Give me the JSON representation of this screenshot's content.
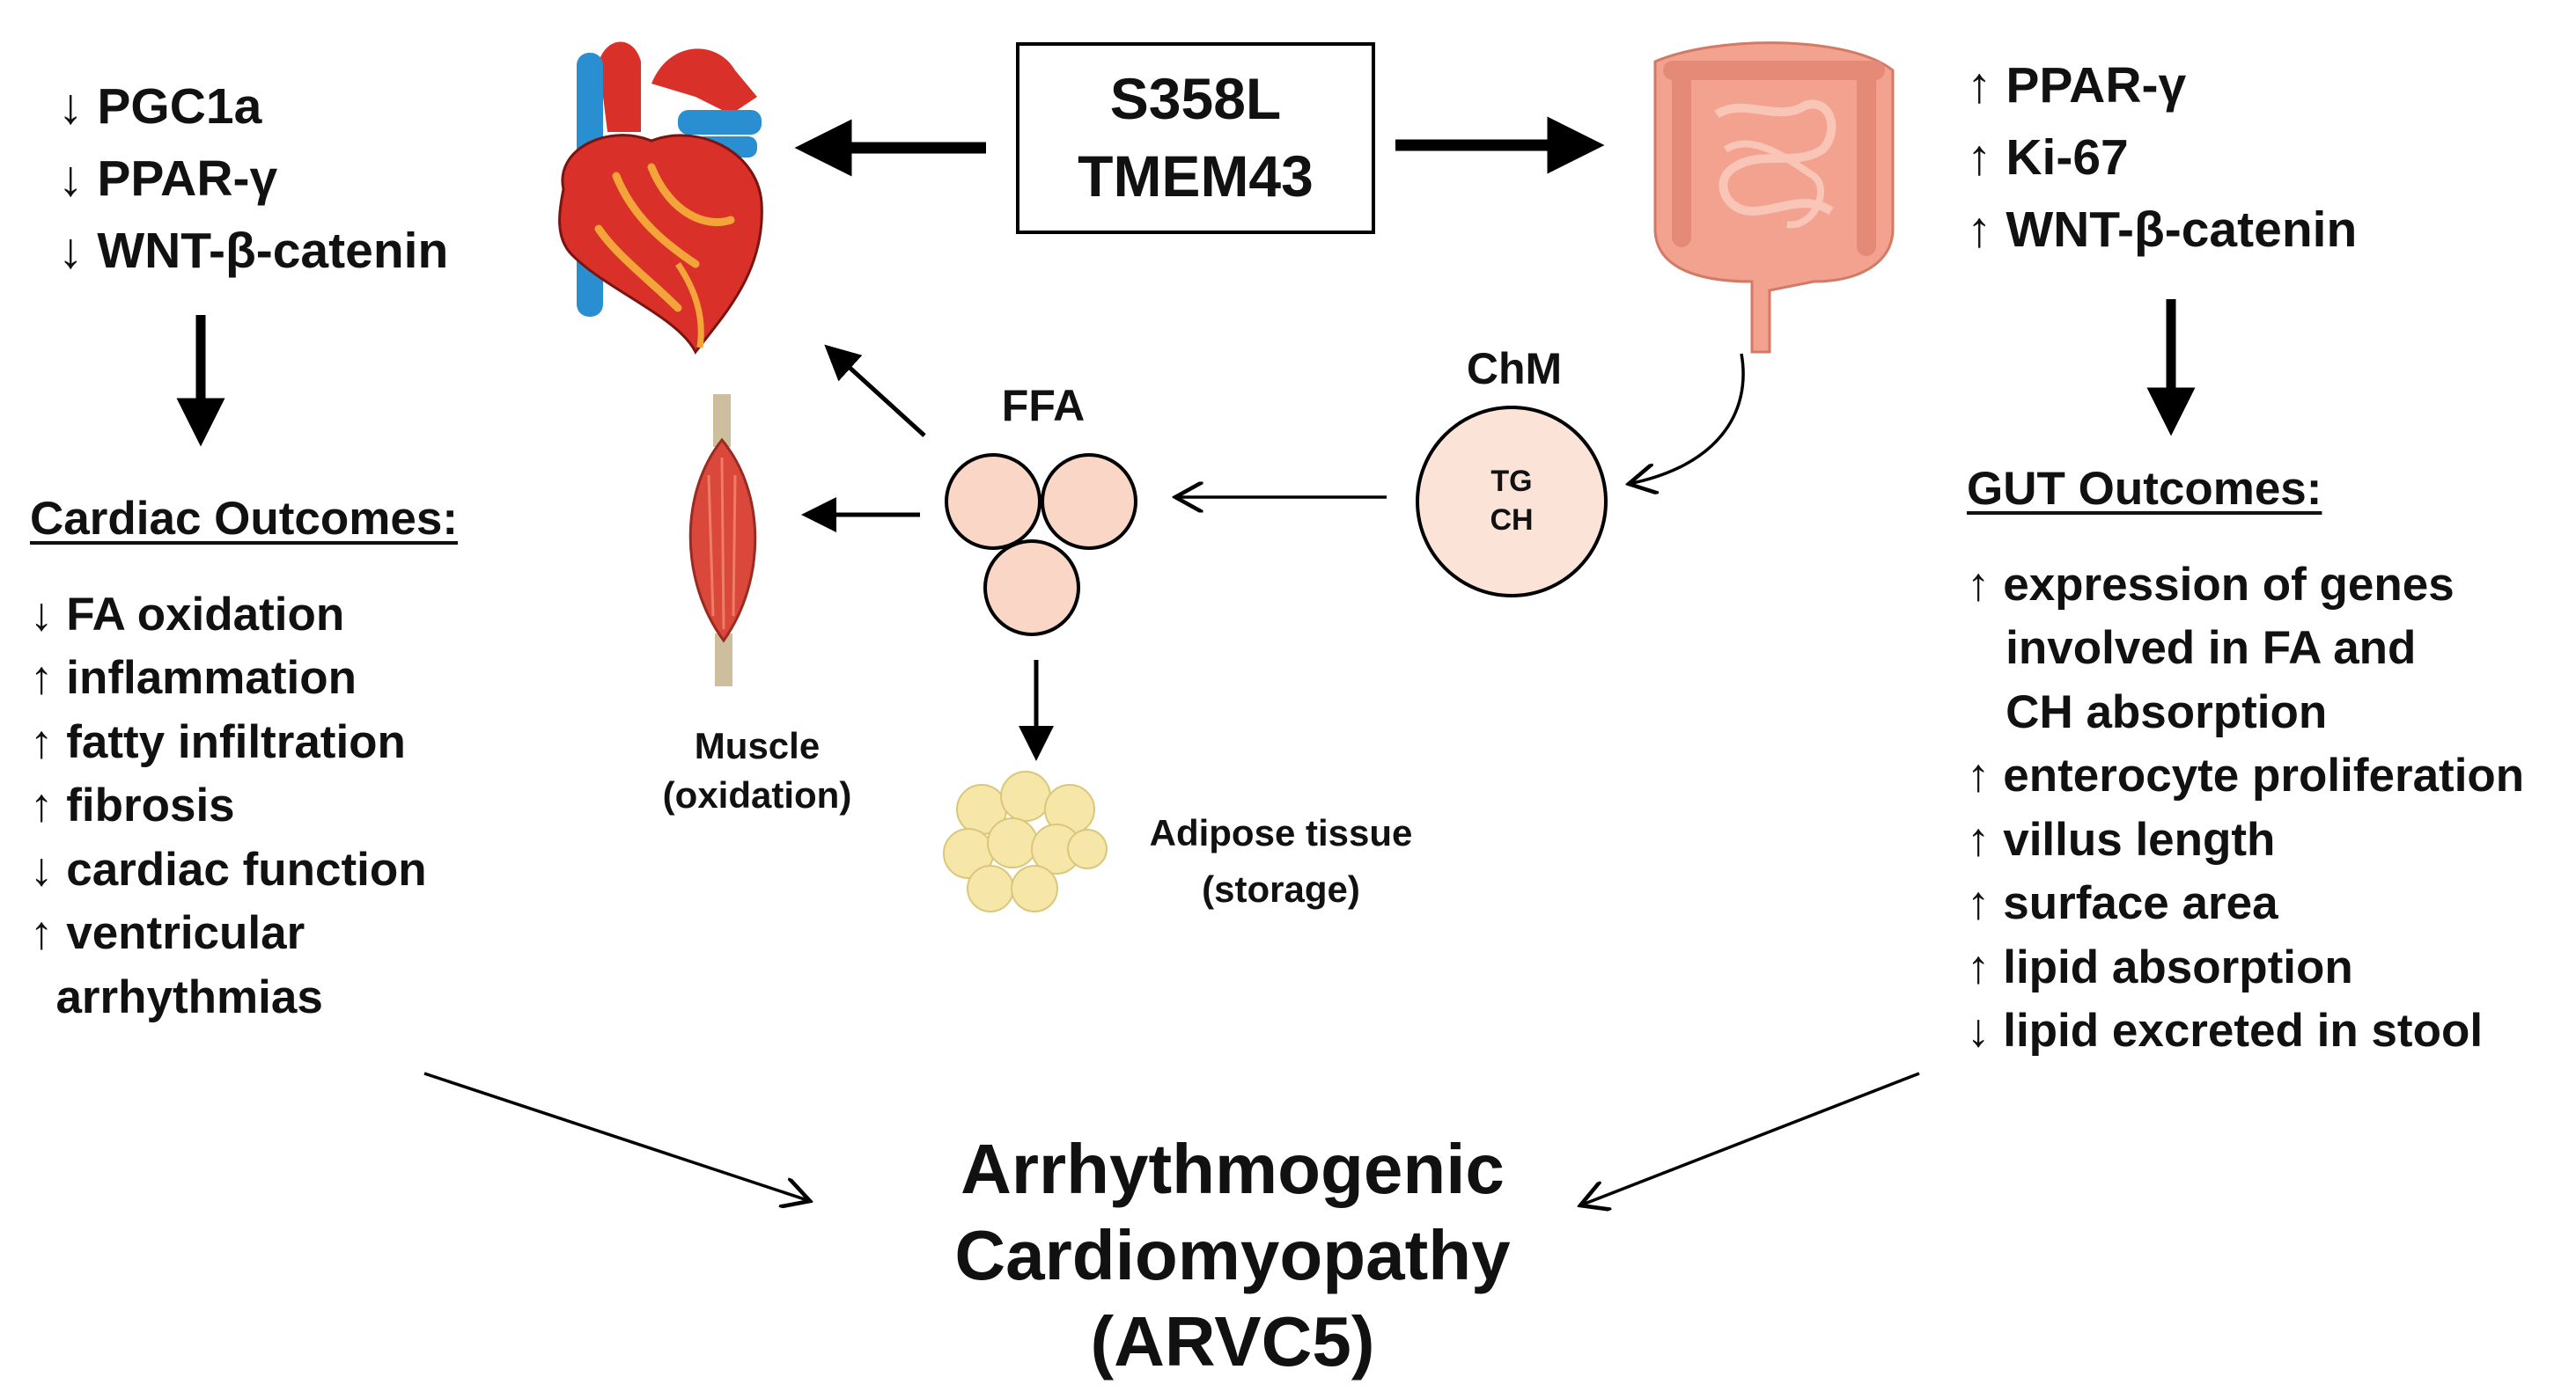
{
  "colors": {
    "heart_red": "#d9302a",
    "heart_orange": "#f3a53a",
    "vessel_blue": "#2a8fd1",
    "intestine_pink": "#f2a28e",
    "ffa_fill": "#f9d6c6",
    "chm_fill": "#fbe3d8",
    "adipose_fill": "#f6e6a8",
    "muscle_red": "#d9483a",
    "tendon": "#cdbf9e"
  },
  "mutation": {
    "line1": "S358L",
    "line2": "TMEM43"
  },
  "heart_markers": [
    {
      "arrow": "↓",
      "label": "PGC1a"
    },
    {
      "arrow": "↓",
      "label": "PPAR-γ"
    },
    {
      "arrow": "↓",
      "label": "WNT-β-catenin"
    }
  ],
  "gut_markers": [
    {
      "arrow": "↑",
      "label": "PPAR-γ"
    },
    {
      "arrow": "↑",
      "label": "Ki-67"
    },
    {
      "arrow": "↑",
      "label": "WNT-β-catenin"
    }
  ],
  "cardiac_outcomes": {
    "title": "Cardiac Outcomes:",
    "items": [
      "↓ FA oxidation",
      "↑ inflammation",
      "↑ fatty infiltration",
      "↑ fibrosis",
      "↓ cardiac function",
      "↑ ventricular",
      "  arrhythmias"
    ]
  },
  "gut_outcomes": {
    "title": "GUT Outcomes:",
    "items": [
      "↑ expression of genes",
      "   involved in FA and",
      "   CH absorption",
      "↑ enterocyte proliferation",
      "↑ villus length",
      "↑ surface area",
      "↑ lipid absorption",
      "↓ lipid excreted in stool"
    ]
  },
  "ffa": {
    "label": "FFA"
  },
  "chm": {
    "label": "ChM",
    "line1": "TG",
    "line2": "CH"
  },
  "muscle": {
    "line1": "Muscle",
    "line2": "(oxidation)"
  },
  "adipose": {
    "line1": "Adipose tissue",
    "line2": "(storage)"
  },
  "outcome": {
    "line1": "Arrhythmogenic",
    "line2": "Cardiomyopathy",
    "line3": "(ARVC5)"
  }
}
